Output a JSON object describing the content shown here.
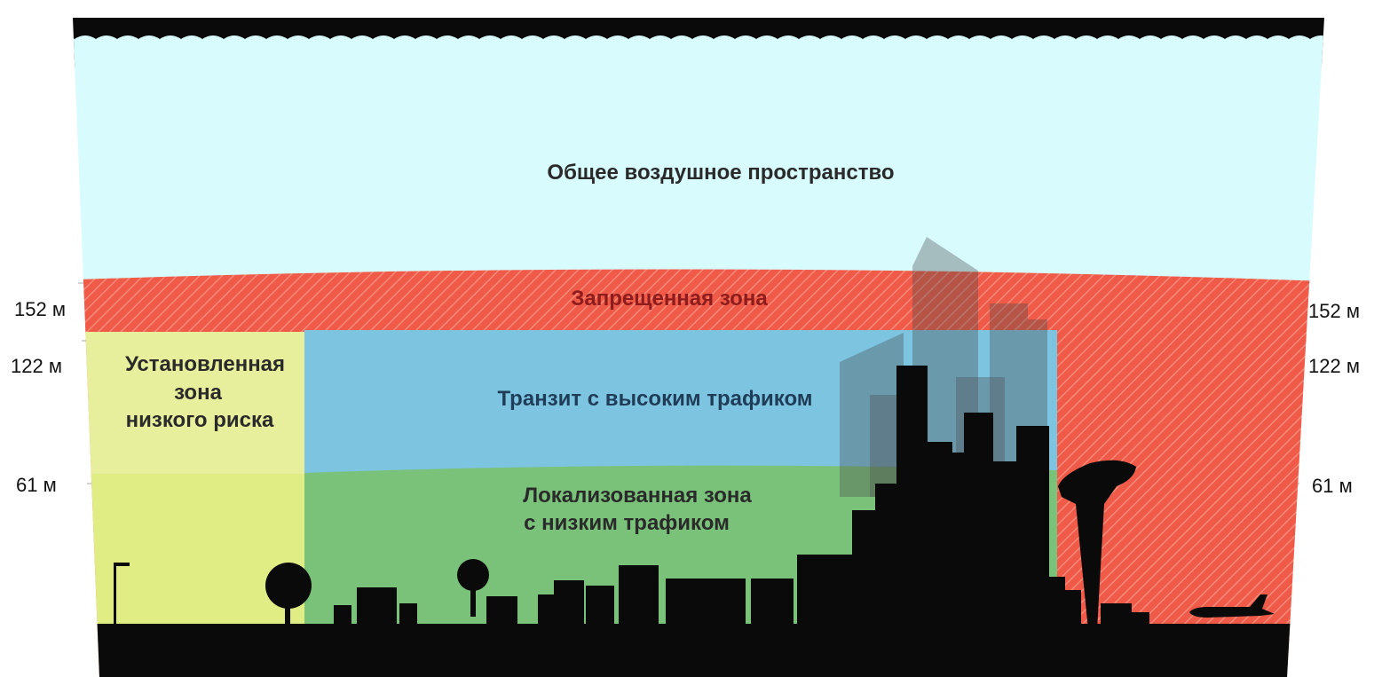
{
  "zones": {
    "general_airspace": {
      "label": "Общее воздушное пространство"
    },
    "restricted": {
      "label": "Запрещенная зона"
    },
    "high_traffic_transit": {
      "label": "Транзит с высоким трафиком"
    },
    "low_risk": {
      "lines": [
        "Установленная",
        "зона",
        "низкого риска"
      ]
    },
    "localized_low_traffic": {
      "lines": [
        "Локализованная зона",
        "с низким трафиком"
      ]
    }
  },
  "altitudes": {
    "left": [
      "152 м",
      "122 м",
      "61 м"
    ],
    "right": [
      "152 м",
      "122 м",
      "61 м"
    ]
  },
  "colors": {
    "sky": "#d8fbfe",
    "restricted": "#f05a48",
    "transit": "#7cc4e0",
    "low_risk_upper": "#e8ef9c",
    "low_risk_lower": "#e0ec84",
    "localized": "#7ac17a",
    "silhouette": "#0a0a0a",
    "text_dark": "#2a2a2a",
    "text_restricted": "#8e1c1c",
    "text_transit": "#1f3d58"
  }
}
